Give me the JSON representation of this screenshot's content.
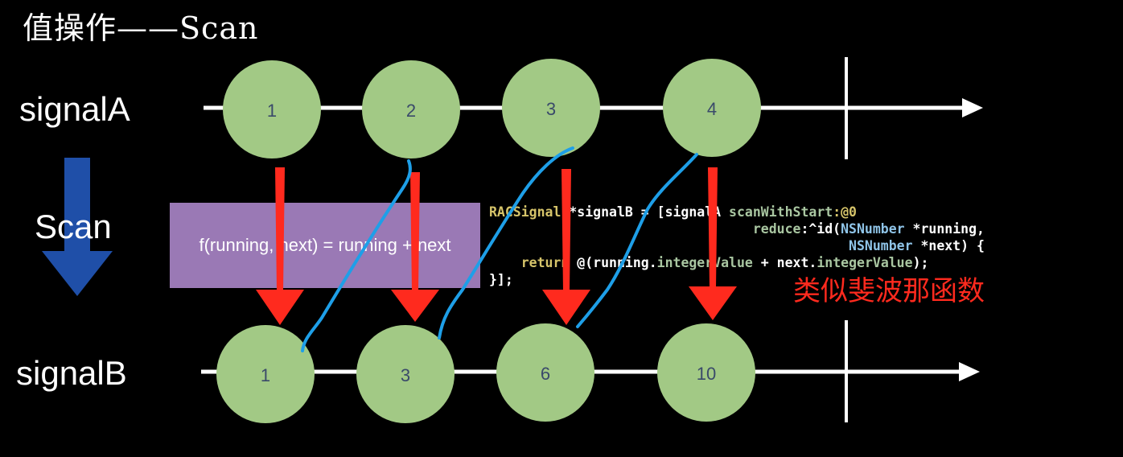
{
  "title": "值操作——Scan",
  "rows": {
    "signalA_label": "signalA",
    "signalB_label": "signalB",
    "operator_label": "Scan"
  },
  "signalA": [
    "1",
    "2",
    "3",
    "4"
  ],
  "signalB": [
    "1",
    "3",
    "6",
    "10"
  ],
  "formula": "f(running, next) = running + next",
  "code": {
    "line1_a": "RACSignal ",
    "line1_b": "*signalB = [",
    "line1_c": "signalA ",
    "line1_d": "scanWithStart",
    "line1_e": ":@0",
    "line2_a": "reduce",
    "line2_b": ":^id(",
    "line2_c": "NSNumber",
    "line2_d": " *running,",
    "line3_a": "NSNumber",
    "line3_b": " *next) {",
    "line4_a": "return",
    "line4_b": " @(running.",
    "line4_c": "integerValue",
    "line4_d": " + next.",
    "line4_e": "integerValue",
    "line4_f": ");",
    "line5": "}];"
  },
  "note": "类似斐波那函数",
  "colors": {
    "circle": "#a2c985",
    "arrow_red": "#ff2a1e",
    "scan_arrow": "#1f4fa8",
    "blue_line": "#1e9fe8",
    "formula_box": "#9a79b5"
  }
}
